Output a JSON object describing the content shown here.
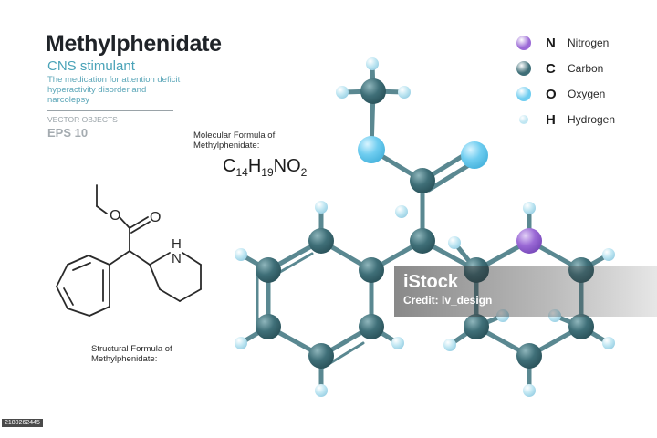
{
  "title": "Methylphenidate",
  "subtitle": "CNS stimulant",
  "description": "The medication for attention deficit hyperactivity disorder and narcolepsy",
  "vector_label": "VECTOR OBJECTS",
  "eps_label": "EPS 10",
  "molecular_caption": "Molecular Formula of Methylphenidate:",
  "formula": {
    "c": "C",
    "c_n": "14",
    "h": "H",
    "h_n": "19",
    "n": "N",
    "o": "O",
    "o_n": "2"
  },
  "structural_caption": "Structural  Formula of Methylphenidate:",
  "structural_labels": {
    "oxygen1": "O",
    "oxygen2": "O",
    "nh_h": "H",
    "nh_n": "N"
  },
  "legend": [
    {
      "symbol": "N",
      "name": "Nitrogen",
      "color": "#9b6ad6"
    },
    {
      "symbol": "C",
      "name": "Carbon",
      "color": "#3f6f78"
    },
    {
      "symbol": "O",
      "name": "Oxygen",
      "color": "#6fcdf0"
    },
    {
      "symbol": "H",
      "name": "Hydrogen",
      "color": "#bfe6f2"
    }
  ],
  "watermark": {
    "brand": "iStock",
    "credit": "Credit: lv_design",
    "id": "2180262445"
  },
  "colors": {
    "carbon": "#3f6f78",
    "oxygen": "#6fcdf0",
    "nitrogen": "#9b6ad6",
    "hydrogen": "#bfe6f2",
    "accent": "#4aa3b8"
  }
}
